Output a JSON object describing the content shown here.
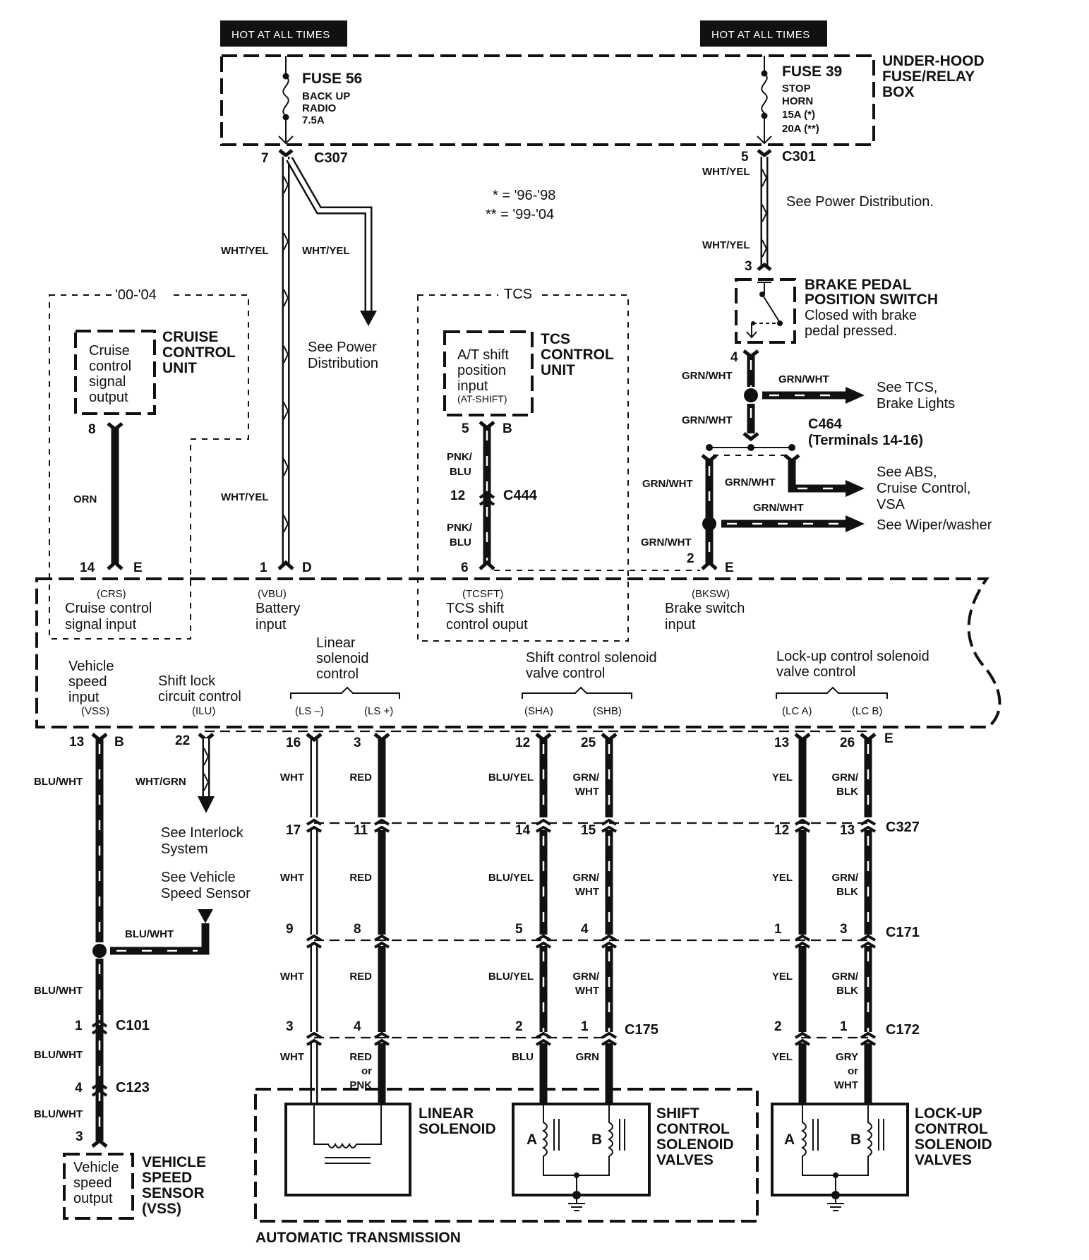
{
  "power": {
    "hot_left": "HOT AT ALL TIMES",
    "hot_right": "HOT AT ALL TIMES",
    "fuse_box": {
      "title_lines": [
        "UNDER-HOOD",
        "FUSE/RELAY",
        "BOX"
      ]
    },
    "fuse56": {
      "title": "FUSE 56",
      "lines": [
        "BACK UP",
        "RADIO",
        "7.5A"
      ]
    },
    "fuse39": {
      "title": "FUSE 39",
      "lines": [
        "STOP",
        "HORN",
        "15A (*)",
        "20A (**)"
      ]
    },
    "c307": {
      "pin": "7",
      "name": "C307"
    },
    "c301": {
      "pin": "5",
      "name": "C301"
    }
  },
  "legend": {
    "single": "* = '96-'98",
    "double": "** = '99-'04"
  },
  "left_feed": {
    "wire1": "WHT/YEL",
    "wire2": "WHT/YEL",
    "wire3": "WHT/YEL",
    "see": [
      "See Power",
      "Distribution"
    ]
  },
  "right_feed": {
    "wire1": "WHT/YEL",
    "wire2": "WHT/YEL",
    "see": "See Power Distribution.",
    "pin3": "3"
  },
  "cruise": {
    "year_range": "'00-'04",
    "unit_title": [
      "CRUISE",
      "CONTROL",
      "UNIT"
    ],
    "inner": [
      "Cruise",
      "control",
      "signal",
      "output"
    ],
    "pin_top": "8",
    "wire": "ORN",
    "pin_bottom": "14",
    "connector_letter": "E"
  },
  "battery": {
    "pin": "1",
    "connector_letter": "D"
  },
  "tcs": {
    "group": "TCS",
    "unit_title": [
      "TCS",
      "CONTROL",
      "UNIT"
    ],
    "inner": [
      "A/T shift",
      "position",
      "input"
    ],
    "inner_code": "(AT-SHIFT)",
    "pin_top": "5",
    "letter_top": "B",
    "wire1": [
      "PNK/",
      "BLU"
    ],
    "c444_pin": "12",
    "c444": "C444",
    "wire2": [
      "PNK/",
      "BLU"
    ],
    "pin_bottom": "6"
  },
  "brake": {
    "title": [
      "BRAKE PEDAL",
      "POSITION SWITCH"
    ],
    "desc": [
      "Closed with brake",
      "pedal pressed."
    ],
    "pin4": "4",
    "wire": "GRN/WHT",
    "branch1_wire": "GRN/WHT",
    "branch1_see": [
      "See TCS,",
      "Brake Lights"
    ],
    "wire_mid": "GRN/WHT",
    "c464": [
      "C464",
      "(Terminals 14-16)"
    ],
    "wire_left": "GRN/WHT",
    "branch2_wire": "GRN/WHT",
    "branch2_see": [
      "See ABS,",
      "Cruise Control,",
      "VSA"
    ],
    "branch3_wire": "GRN/WHT",
    "branch3_see": "See Wiper/washer",
    "wire_bottom": "GRN/WHT",
    "pin_bottom": "2",
    "letter_bottom": "E"
  },
  "pcm_inputs": [
    {
      "code": "(CRS)",
      "lines": [
        "Cruise control",
        "signal input"
      ]
    },
    {
      "code": "(VBU)",
      "lines": [
        "Battery",
        "input"
      ]
    },
    {
      "code": "(TCSFT)",
      "lines": [
        "TCS shift",
        "control ouput"
      ]
    },
    {
      "code": "(BKSW)",
      "lines": [
        "Brake switch",
        "input"
      ]
    }
  ],
  "pcm_outputs": {
    "vss": {
      "lines": [
        "Vehicle",
        "speed",
        "input"
      ],
      "code": "(VSS)"
    },
    "ilu": {
      "lines": [
        "Shift lock",
        "circuit control"
      ],
      "code": "(ILU)"
    },
    "ls": {
      "lines": [
        "Linear",
        "solenoid",
        "control"
      ],
      "codes": [
        "(LS –)",
        "(LS +)"
      ]
    },
    "sh": {
      "lines": [
        "Shift control solenoid",
        "valve control"
      ],
      "codes": [
        "(SHA)",
        "(SHB)"
      ]
    },
    "lc": {
      "lines": [
        "Lock-up control solenoid",
        "valve control"
      ],
      "codes": [
        "(LC A)",
        "(LC B)"
      ]
    },
    "letter_b": "B",
    "letter_e": "E"
  },
  "vss_column": {
    "pin_top": "13",
    "wire1": "BLU/WHT",
    "branch_wire": "BLU/WHT",
    "wire2": "BLU/WHT",
    "c101_pin": "1",
    "c101": "C101",
    "wire3": "BLU/WHT",
    "c123_pin": "4",
    "c123": "C123",
    "wire4": "BLU/WHT",
    "pin_bottom": "3",
    "sensor_inner": [
      "Vehicle",
      "speed",
      "output"
    ],
    "sensor_title": [
      "VEHICLE",
      "SPEED",
      "SENSOR",
      "(VSS)"
    ]
  },
  "ilu_column": {
    "pin": "22",
    "wire": "WHT/GRN",
    "see_interlock": [
      "See Interlock",
      "System"
    ],
    "see_vss": [
      "See Vehicle",
      "Speed Sensor"
    ]
  },
  "connectors": {
    "c327": "C327",
    "c171": "C171",
    "c175": "C175",
    "c172": "C172"
  },
  "circuits": [
    {
      "id": "ls-minus",
      "pins": [
        "16",
        "17",
        "9",
        "3"
      ],
      "wires": [
        "WHT",
        "WHT",
        "WHT",
        "WHT"
      ]
    },
    {
      "id": "ls-plus",
      "pins": [
        "3",
        "11",
        "8",
        "4"
      ],
      "wires": [
        "RED",
        "RED",
        "RED",
        "RED or PNK"
      ]
    },
    {
      "id": "sha",
      "pins": [
        "12",
        "14",
        "5",
        "2"
      ],
      "wires": [
        "BLU/YEL",
        "BLU/YEL",
        "BLU/YEL",
        "BLU"
      ]
    },
    {
      "id": "shb",
      "pins": [
        "25",
        "15",
        "4",
        "1"
      ],
      "wires": [
        "GRN/ WHT",
        "GRN/ WHT",
        "GRN/ WHT",
        "GRN"
      ]
    },
    {
      "id": "lca",
      "pins": [
        "13",
        "12",
        "1",
        "2"
      ],
      "wires": [
        "YEL",
        "YEL",
        "YEL",
        "YEL"
      ]
    },
    {
      "id": "lcb",
      "pins": [
        "26",
        "13",
        "3",
        "1"
      ],
      "wires": [
        "GRN/ BLK",
        "GRN/ BLK",
        "GRN/ BLK",
        "GRY or WHT"
      ]
    }
  ],
  "components": {
    "linear": [
      "LINEAR",
      "SOLENOID"
    ],
    "shift": [
      "SHIFT",
      "CONTROL",
      "SOLENOID",
      "VALVES"
    ],
    "lockup": [
      "LOCK-UP",
      "CONTROL",
      "SOLENOID",
      "VALVES"
    ],
    "coil_a": "A",
    "coil_b": "B",
    "transmission": "AUTOMATIC TRANSMISSION"
  }
}
